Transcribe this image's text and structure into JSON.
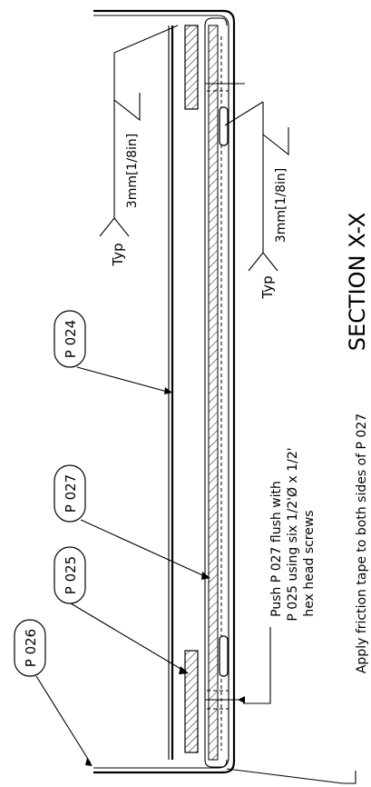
{
  "section_title": "SECTION X-X",
  "parts": {
    "p024": "P 024",
    "p025": "P 025",
    "p026": "P 026",
    "p027": "P 027"
  },
  "welds": {
    "upper": {
      "typ": "Typ",
      "size": "3mm[1/8in]"
    },
    "lower": {
      "typ": "Typ",
      "size": "3mm[1/8in]"
    }
  },
  "notes": {
    "push_line1": "Push P 027 flush with",
    "push_line2": "P 025 using six 1/2'Ø x 1/2'",
    "push_line3": "hex head screws",
    "friction": "Apply friction tape to both sides of P 027"
  }
}
